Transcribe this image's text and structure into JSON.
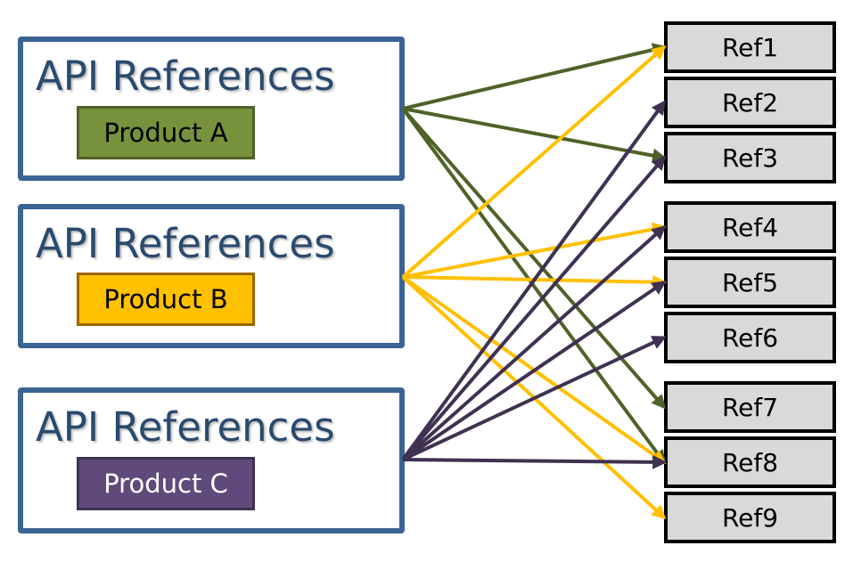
{
  "groups": [
    {
      "title": "API References",
      "product": "Product A",
      "fill": "#76923c",
      "border": "#4f6228",
      "text": "#000000",
      "line": "#4f6228"
    },
    {
      "title": "API References",
      "product": "Product B",
      "fill": "#ffc000",
      "border": "#9c6500",
      "text": "#000000",
      "line": "#ffc000"
    },
    {
      "title": "API References",
      "product": "Product C",
      "fill": "#604a7b",
      "border": "#3f3151",
      "text": "#ffffff",
      "line": "#3f3151"
    }
  ],
  "refs": [
    "Ref1",
    "Ref2",
    "Ref3",
    "Ref4",
    "Ref5",
    "Ref6",
    "Ref7",
    "Ref8",
    "Ref9"
  ],
  "links": {
    "Product A": [
      "Ref1",
      "Ref3",
      "Ref7",
      "Ref8"
    ],
    "Product B": [
      "Ref1",
      "Ref4",
      "Ref5",
      "Ref8",
      "Ref9"
    ],
    "Product C": [
      "Ref2",
      "Ref3",
      "Ref4",
      "Ref5",
      "Ref6",
      "Ref8"
    ]
  }
}
